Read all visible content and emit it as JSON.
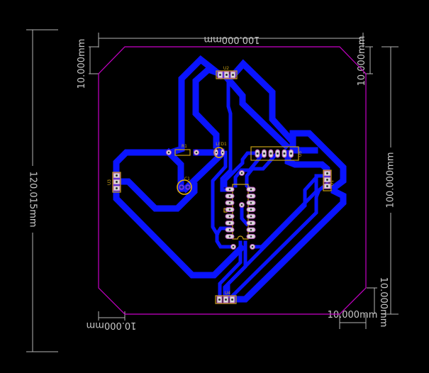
{
  "board": {
    "background": "#000000",
    "outline_color": "#c800c8",
    "trace_color": "#0a14ff",
    "silk_color": "#c8a014",
    "dimension_color": "#b4b4b4"
  },
  "dimensions": {
    "top_width": "100.000mm",
    "top_left_chamfer": "10.000mm",
    "top_right_chamfer": "10.000mm",
    "left_height": "120.015mm",
    "right_height": "100.000mm",
    "bottom_right_chamfer_h": "10.000mm",
    "bottom_right_chamfer_v": "10.000mm",
    "bottom_left_chamfer": "10.000mm"
  },
  "components": {
    "u2": "U2",
    "u3": "U3",
    "u4": "U4",
    "u5": "U5",
    "u6": "U6",
    "u1": "U1",
    "r1": "R1",
    "led1": "LED1",
    "c1": "C1"
  }
}
